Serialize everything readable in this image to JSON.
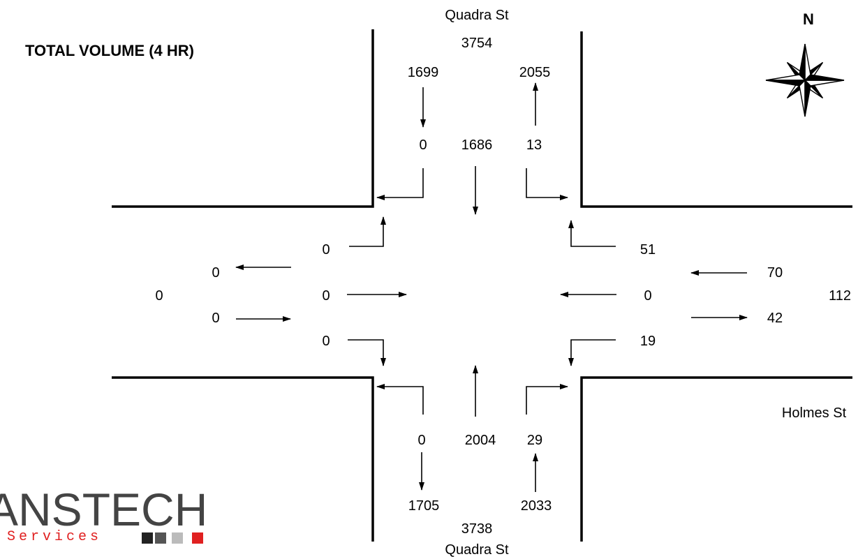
{
  "title": "TOTAL VOLUME (4 HR)",
  "north_label": "N",
  "streets": {
    "north": "Quadra St",
    "south": "Quadra St",
    "east": "Holmes St"
  },
  "north_leg": {
    "total": "3754",
    "inbound": "1699",
    "outbound": "2055",
    "right": "0",
    "through": "1686",
    "left": "13"
  },
  "south_leg": {
    "total": "3738",
    "outbound": "1705",
    "inbound": "2033",
    "left": "0",
    "through": "2004",
    "right": "29"
  },
  "west_leg": {
    "total": "0",
    "outbound": "0",
    "inbound": "0",
    "left": "0",
    "through": "0",
    "right": "0"
  },
  "east_leg": {
    "total": "112",
    "inbound": "70",
    "outbound": "42",
    "right": "51",
    "through": "0",
    "left": "19"
  },
  "logo": {
    "word": "ANSTECH",
    "subtitle": "Services",
    "colors": [
      "#222222",
      "#555555",
      "#bbbbbb",
      "#e02020"
    ]
  }
}
